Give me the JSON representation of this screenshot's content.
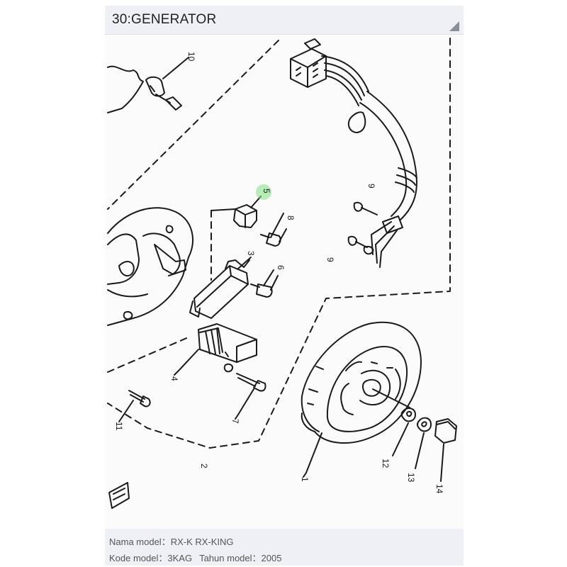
{
  "header": {
    "title": "30:GENERATOR"
  },
  "diagram": {
    "callouts": [
      "1",
      "2",
      "3",
      "4",
      "5",
      "6",
      "7",
      "8",
      "9",
      "9",
      "10",
      "11",
      "12",
      "13",
      "14"
    ],
    "highlight_color": "#7de27d"
  },
  "footer": {
    "model_name_label": "Nama model：",
    "model_name_value": "RX-K RX-KING",
    "model_code_label": "Kode model：",
    "model_code_value": "3KAG",
    "model_year_label": "Tahun model：",
    "model_year_value": "2005"
  }
}
